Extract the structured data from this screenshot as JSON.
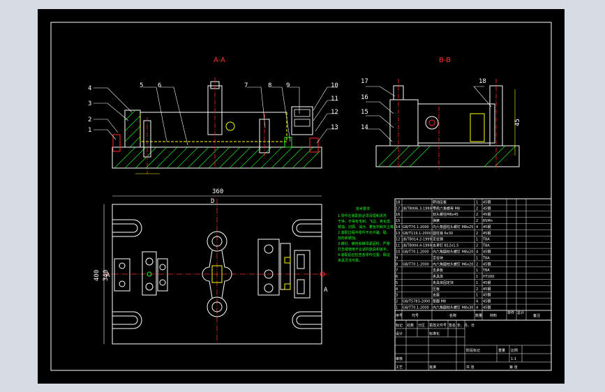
{
  "view_titles": {
    "section_aa": "A-A",
    "section_bb": "B-B"
  },
  "balloons_aa": [
    "1",
    "2",
    "3",
    "4",
    "5",
    "6",
    "7",
    "8",
    "9",
    "10",
    "11",
    "12",
    "13"
  ],
  "balloons_bb": [
    "14",
    "15",
    "16",
    "17",
    "18"
  ],
  "dimension_top": "360",
  "dimension_left": "400",
  "dimension_left2": "340",
  "dimension_bb_right": "45",
  "plan_marks": {
    "top_d": "D",
    "left_a": "A",
    "right_a": "A"
  },
  "tech_notes": {
    "title": "技术要求",
    "lines": [
      "1.零件在装配前必须清理和清洗",
      "干净，不得有毛刺、飞边、氧化皮、",
      "锈蚀、切屑、油污、着色剂和灰尘等。",
      "2.装配过程中零件不允许磕、碰、",
      "划伤和锈蚀。",
      "3.螺钉、螺栓和螺母紧固时，严禁",
      "打击或使用不合适的旋具和扳手。",
      "4.装配后应检查各零件位置，保证",
      "夹具灵活可靠。"
    ]
  },
  "bom": {
    "header": {
      "no": "序号",
      "code": "代号",
      "name": "名称",
      "qty": "数量",
      "material": "材料",
      "unit_weight": "单件",
      "total_weight": "总计",
      "remarks": "备注"
    },
    "rows": [
      {
        "no": "18",
        "code": "",
        "name": "转动压板",
        "qty": "1",
        "material": "45钢"
      },
      {
        "no": "17",
        "code": "JB/T8006.3-1999",
        "name": "带肩六角螺母 M8",
        "qty": "2",
        "material": "45钢"
      },
      {
        "no": "16",
        "code": "",
        "name": "双头螺柱M8x45",
        "qty": "2",
        "material": "45钢"
      },
      {
        "no": "15",
        "code": "",
        "name": "弹簧",
        "qty": "2",
        "material": "65Mn"
      },
      {
        "no": "14",
        "code": "GB/T70.1-2000",
        "name": "内六角圆柱头螺钉 M8x25",
        "qty": "4",
        "material": "45钢"
      },
      {
        "no": "13",
        "code": "GB/T119.1-2000",
        "name": "圆柱销 6x30",
        "qty": "2",
        "material": "45钢"
      },
      {
        "no": "12",
        "code": "JB/T8014.2-1999",
        "name": "定位销",
        "qty": "1",
        "material": "T8A"
      },
      {
        "no": "11",
        "code": "JB/T8004.4-1999",
        "name": "支承钉 B12x1.5",
        "qty": "2",
        "material": "T8A"
      },
      {
        "no": "10",
        "code": "GB/T70.1-2000",
        "name": "内六角圆柱头螺钉 M8x20",
        "qty": "4",
        "material": "45钢"
      },
      {
        "no": "9",
        "code": "",
        "name": "定位块",
        "qty": "1",
        "material": "T8A"
      },
      {
        "no": "8",
        "code": "GB/T70.1-2000",
        "name": "内六角圆柱头螺钉 M6x20",
        "qty": "2",
        "material": "45钢"
      },
      {
        "no": "7",
        "code": "",
        "name": "支承板",
        "qty": "1",
        "material": "T8A"
      },
      {
        "no": "6",
        "code": "",
        "name": "夹具体",
        "qty": "1",
        "material": "HT200"
      },
      {
        "no": "5",
        "code": "",
        "name": "夹具体固定块",
        "qty": "1",
        "material": "45钢"
      },
      {
        "no": "4",
        "code": "",
        "name": "压板",
        "qty": "2",
        "material": "45钢"
      },
      {
        "no": "3",
        "code": "",
        "name": "支座",
        "qty": "1",
        "material": "45钢"
      },
      {
        "no": "2",
        "code": "GB/T5783-2000",
        "name": "垫圈 M8",
        "qty": "4",
        "material": "45钢"
      },
      {
        "no": "1",
        "code": "GB/T70.1-2000",
        "name": "内六角圆柱头螺钉 M8x30",
        "qty": "4",
        "material": "45钢"
      }
    ]
  },
  "title_block": {
    "row1": [
      "标记",
      "处数",
      "分区",
      "更改文件号",
      "签名",
      "年、月、日"
    ],
    "design": "设计",
    "standard": "标准化",
    "review": "审核",
    "craft": "工艺",
    "approve": "批准",
    "stage": "阶段标记",
    "weight": "重量",
    "scale": "比例",
    "scale_value": "1:1",
    "sheet_total": "共 张",
    "sheet_no": "第 张"
  },
  "colors": {
    "line_white": "#ffffff",
    "line_red": "#ff2a2a",
    "line_yellow": "#ffff00",
    "line_green": "#19ff19",
    "line_cyan": "#00e5ff",
    "frame_bg": "#000000"
  }
}
